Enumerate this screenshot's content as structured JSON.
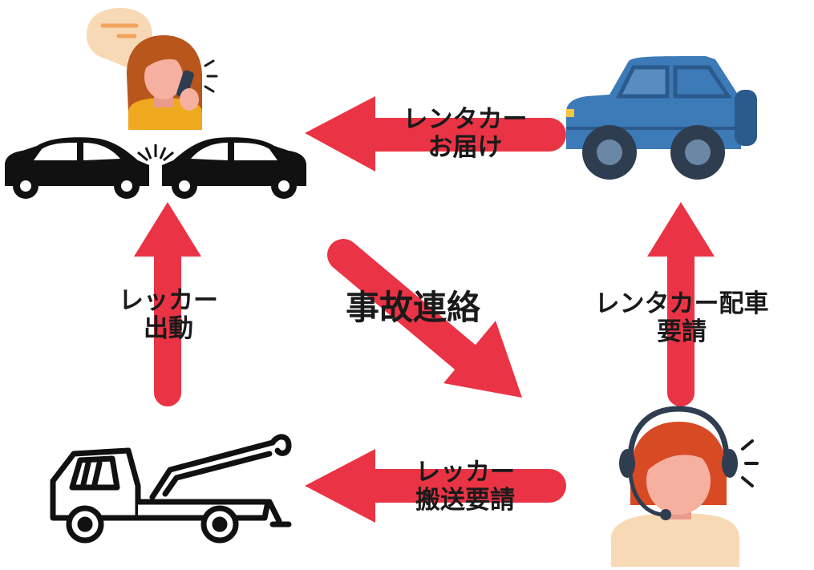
{
  "labels": {
    "rental_delivery": [
      "レンタカー",
      "お届け"
    ],
    "tow_dispatch": [
      "レッカー",
      "出動"
    ],
    "accident_report": "事故連絡",
    "rental_request": [
      "レンタカー配車",
      "要請"
    ],
    "tow_request": [
      "レッカー",
      "搬送要請"
    ]
  },
  "colors": {
    "arrow": "#ea3445",
    "text": "#1a1a1a",
    "car_blue": "#3d7ab8",
    "car_blue_dark": "#2b5a8c",
    "skin": "#f6b0a0",
    "hair_brown": "#b8561c",
    "hair_red": "#d84a24",
    "shirt_yellow": "#efa91e",
    "headset_dark": "#2e3d50",
    "bubble": "#f8d9b6",
    "bubble_line": "#f1a35c"
  },
  "icons": [
    "woman-phone-icon",
    "car-crash-icon",
    "blue-suv-icon",
    "tow-truck-icon",
    "operator-headset-icon"
  ]
}
